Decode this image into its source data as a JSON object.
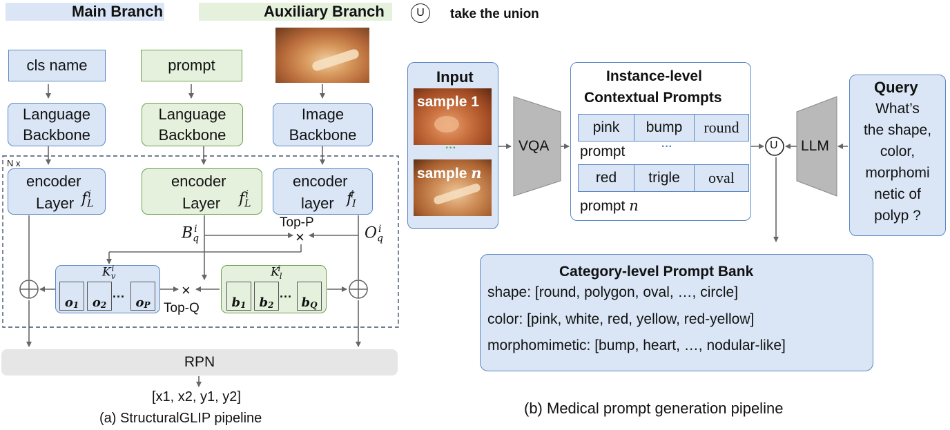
{
  "legend": {
    "main_branch": "Main Branch",
    "auxiliary_branch": "Auxiliary Branch",
    "union_symbol": "U",
    "union_text": "take the union",
    "main_color": "#dae6f6",
    "aux_color": "#e5f1dd"
  },
  "left": {
    "inputs": {
      "cls_name": "cls name",
      "prompt": "prompt"
    },
    "backbones": {
      "language_main": [
        "Language",
        "Backbone"
      ],
      "language_aux": [
        "Language",
        "Backbone"
      ],
      "image": [
        "Image",
        "Backbone"
      ]
    },
    "nx": "N x",
    "encoders": {
      "main": [
        "encoder",
        "Layer"
      ],
      "aux": [
        "encoder",
        "Layer"
      ],
      "image": [
        "encoder",
        "layer"
      ],
      "main_sym": "f",
      "main_sub": "L",
      "aux_sym": "f",
      "aux_sub": "L",
      "image_sym": "f",
      "image_sub": "I",
      "sup": "i"
    },
    "labels": {
      "top_p": "Top-P",
      "top_q": "Top-Q",
      "times": "×",
      "bq": "B",
      "oq": "O",
      "q_sub": "q",
      "kv": "K",
      "kv_sub": "v",
      "kl": "K",
      "kl_sub": "l",
      "sup": "i"
    },
    "obj_tokens": [
      {
        "sym": "o",
        "sub": "1"
      },
      {
        "sym": "o",
        "sub": "2"
      },
      {
        "sym": "o",
        "sub": "P"
      }
    ],
    "box_tokens": [
      {
        "sym": "b",
        "sub": "1"
      },
      {
        "sym": "b",
        "sub": "2"
      },
      {
        "sym": "b",
        "sub": "Q"
      }
    ],
    "dots": "···",
    "rpn": "RPN",
    "output": "[x1, x2, y1, y2]",
    "caption": "(a) StructuralGLIP pipeline"
  },
  "right": {
    "input_title": "Input",
    "sample_1": "sample 1",
    "sample_n_prefix": "sample",
    "sample_n_var": "n",
    "vdots": "···",
    "vqa": "VQA",
    "instance_title": [
      "Instance-level",
      "Contextual Prompts"
    ],
    "row1": [
      "pink",
      "bump",
      "round"
    ],
    "prompt_1": "prompt",
    "hdots": "···",
    "row2": [
      "red",
      "trigle",
      "oval"
    ],
    "prompt_n_prefix": "prompt",
    "prompt_n_var": "n",
    "union": "U",
    "llm": "LLM",
    "query_title": "Query",
    "query_lines": [
      "What’s",
      "the shape,",
      "color,",
      "morphomi",
      "netic of",
      "polyp ?"
    ],
    "bank_title": "Category-level Prompt Bank",
    "bank_lines": [
      "shape: [round, polygon, oval, …, circle]",
      "color: [pink, white, red, yellow, red-yellow]",
      "morphomimetic: [bump, heart, …, nodular-like]"
    ],
    "caption": "(b) Medical prompt generation pipeline"
  }
}
